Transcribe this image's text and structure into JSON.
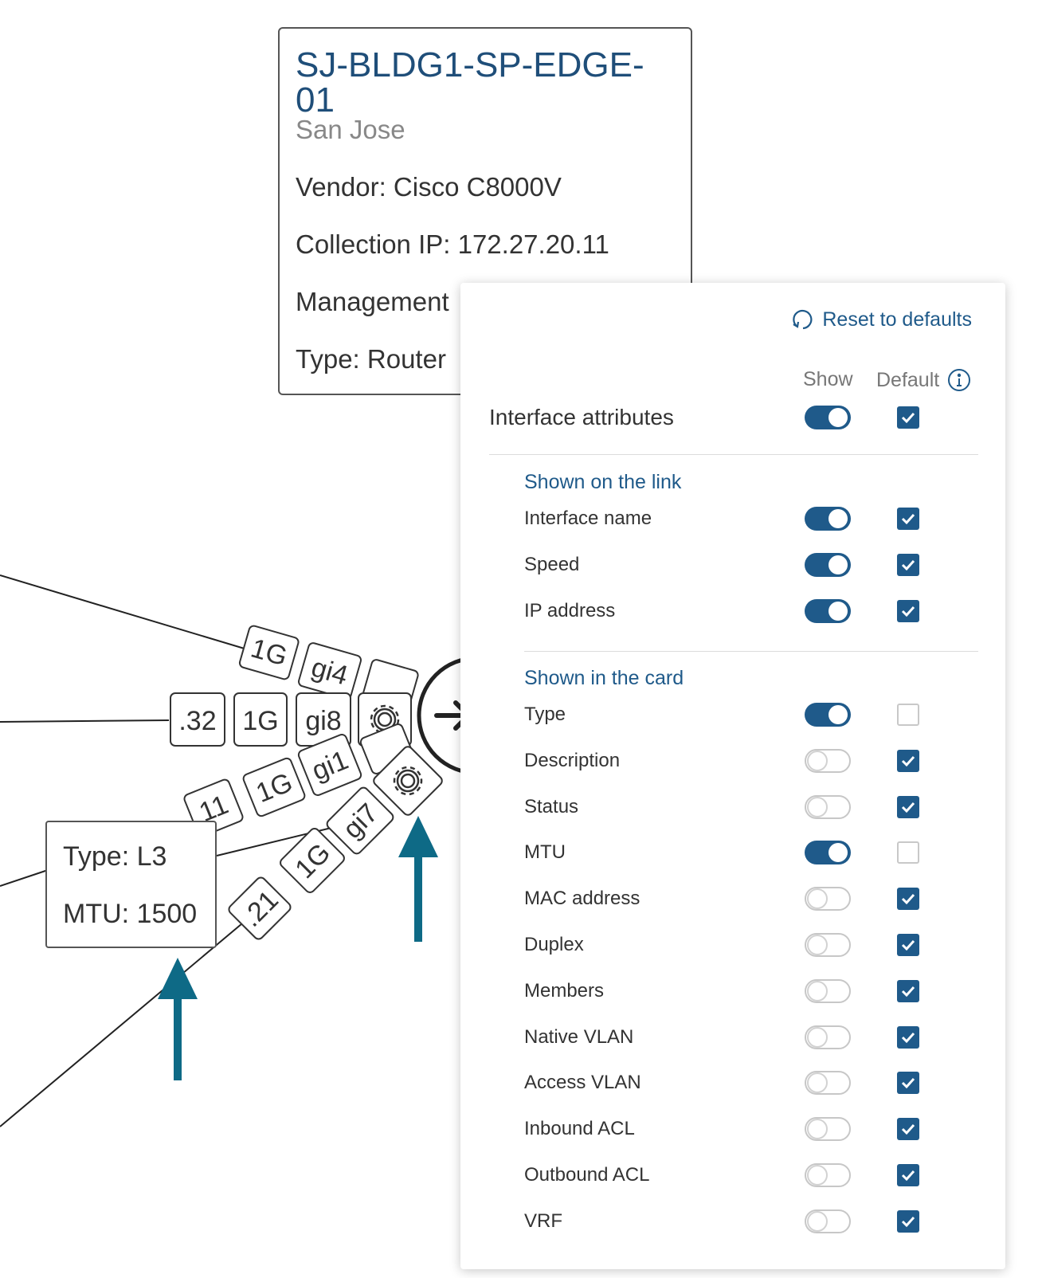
{
  "device_card": {
    "title": "SJ-BLDG1-SP-EDGE-01",
    "site": "San Jose",
    "vendor": "Vendor: Cisco C8000V",
    "collection_ip": "Collection IP: 172.27.20.11",
    "management": "Management",
    "type": "Type: Router"
  },
  "topology": {
    "labels": [
      ".32",
      "1G",
      "gi8",
      "1G",
      "gi4",
      "1G",
      "gi1",
      "11",
      "1G",
      "gi7",
      ".21"
    ],
    "interface_box": {
      "type": "Type: L3",
      "mtu": "MTU: 1500"
    },
    "arrow_color": "#0e6a86"
  },
  "panel": {
    "reset_label": "Reset to defaults",
    "col_show": "Show",
    "col_default": "Default",
    "top_row": {
      "label": "Interface attributes",
      "show": true,
      "default": true
    },
    "section_link": {
      "title": "Shown on the link",
      "rows": [
        {
          "label": "Interface name",
          "show": true,
          "default": true
        },
        {
          "label": "Speed",
          "show": true,
          "default": true
        },
        {
          "label": "IP address",
          "show": true,
          "default": true
        }
      ]
    },
    "section_card": {
      "title": "Shown in the card",
      "rows": [
        {
          "label": "Type",
          "show": true,
          "default": false
        },
        {
          "label": "Description",
          "show": false,
          "default": true
        },
        {
          "label": "Status",
          "show": false,
          "default": true
        },
        {
          "label": "MTU",
          "show": true,
          "default": false
        },
        {
          "label": "MAC address",
          "show": false,
          "default": true
        },
        {
          "label": "Duplex",
          "show": false,
          "default": true
        },
        {
          "label": "Members",
          "show": false,
          "default": true
        },
        {
          "label": "Native VLAN",
          "show": false,
          "default": true
        },
        {
          "label": "Access VLAN",
          "show": false,
          "default": true
        },
        {
          "label": "Inbound ACL",
          "show": false,
          "default": true
        },
        {
          "label": "Outbound ACL",
          "show": false,
          "default": true
        },
        {
          "label": "VRF",
          "show": false,
          "default": true
        }
      ]
    }
  },
  "colors": {
    "accent": "#1f5a8a",
    "title_blue": "#1f4e79"
  }
}
